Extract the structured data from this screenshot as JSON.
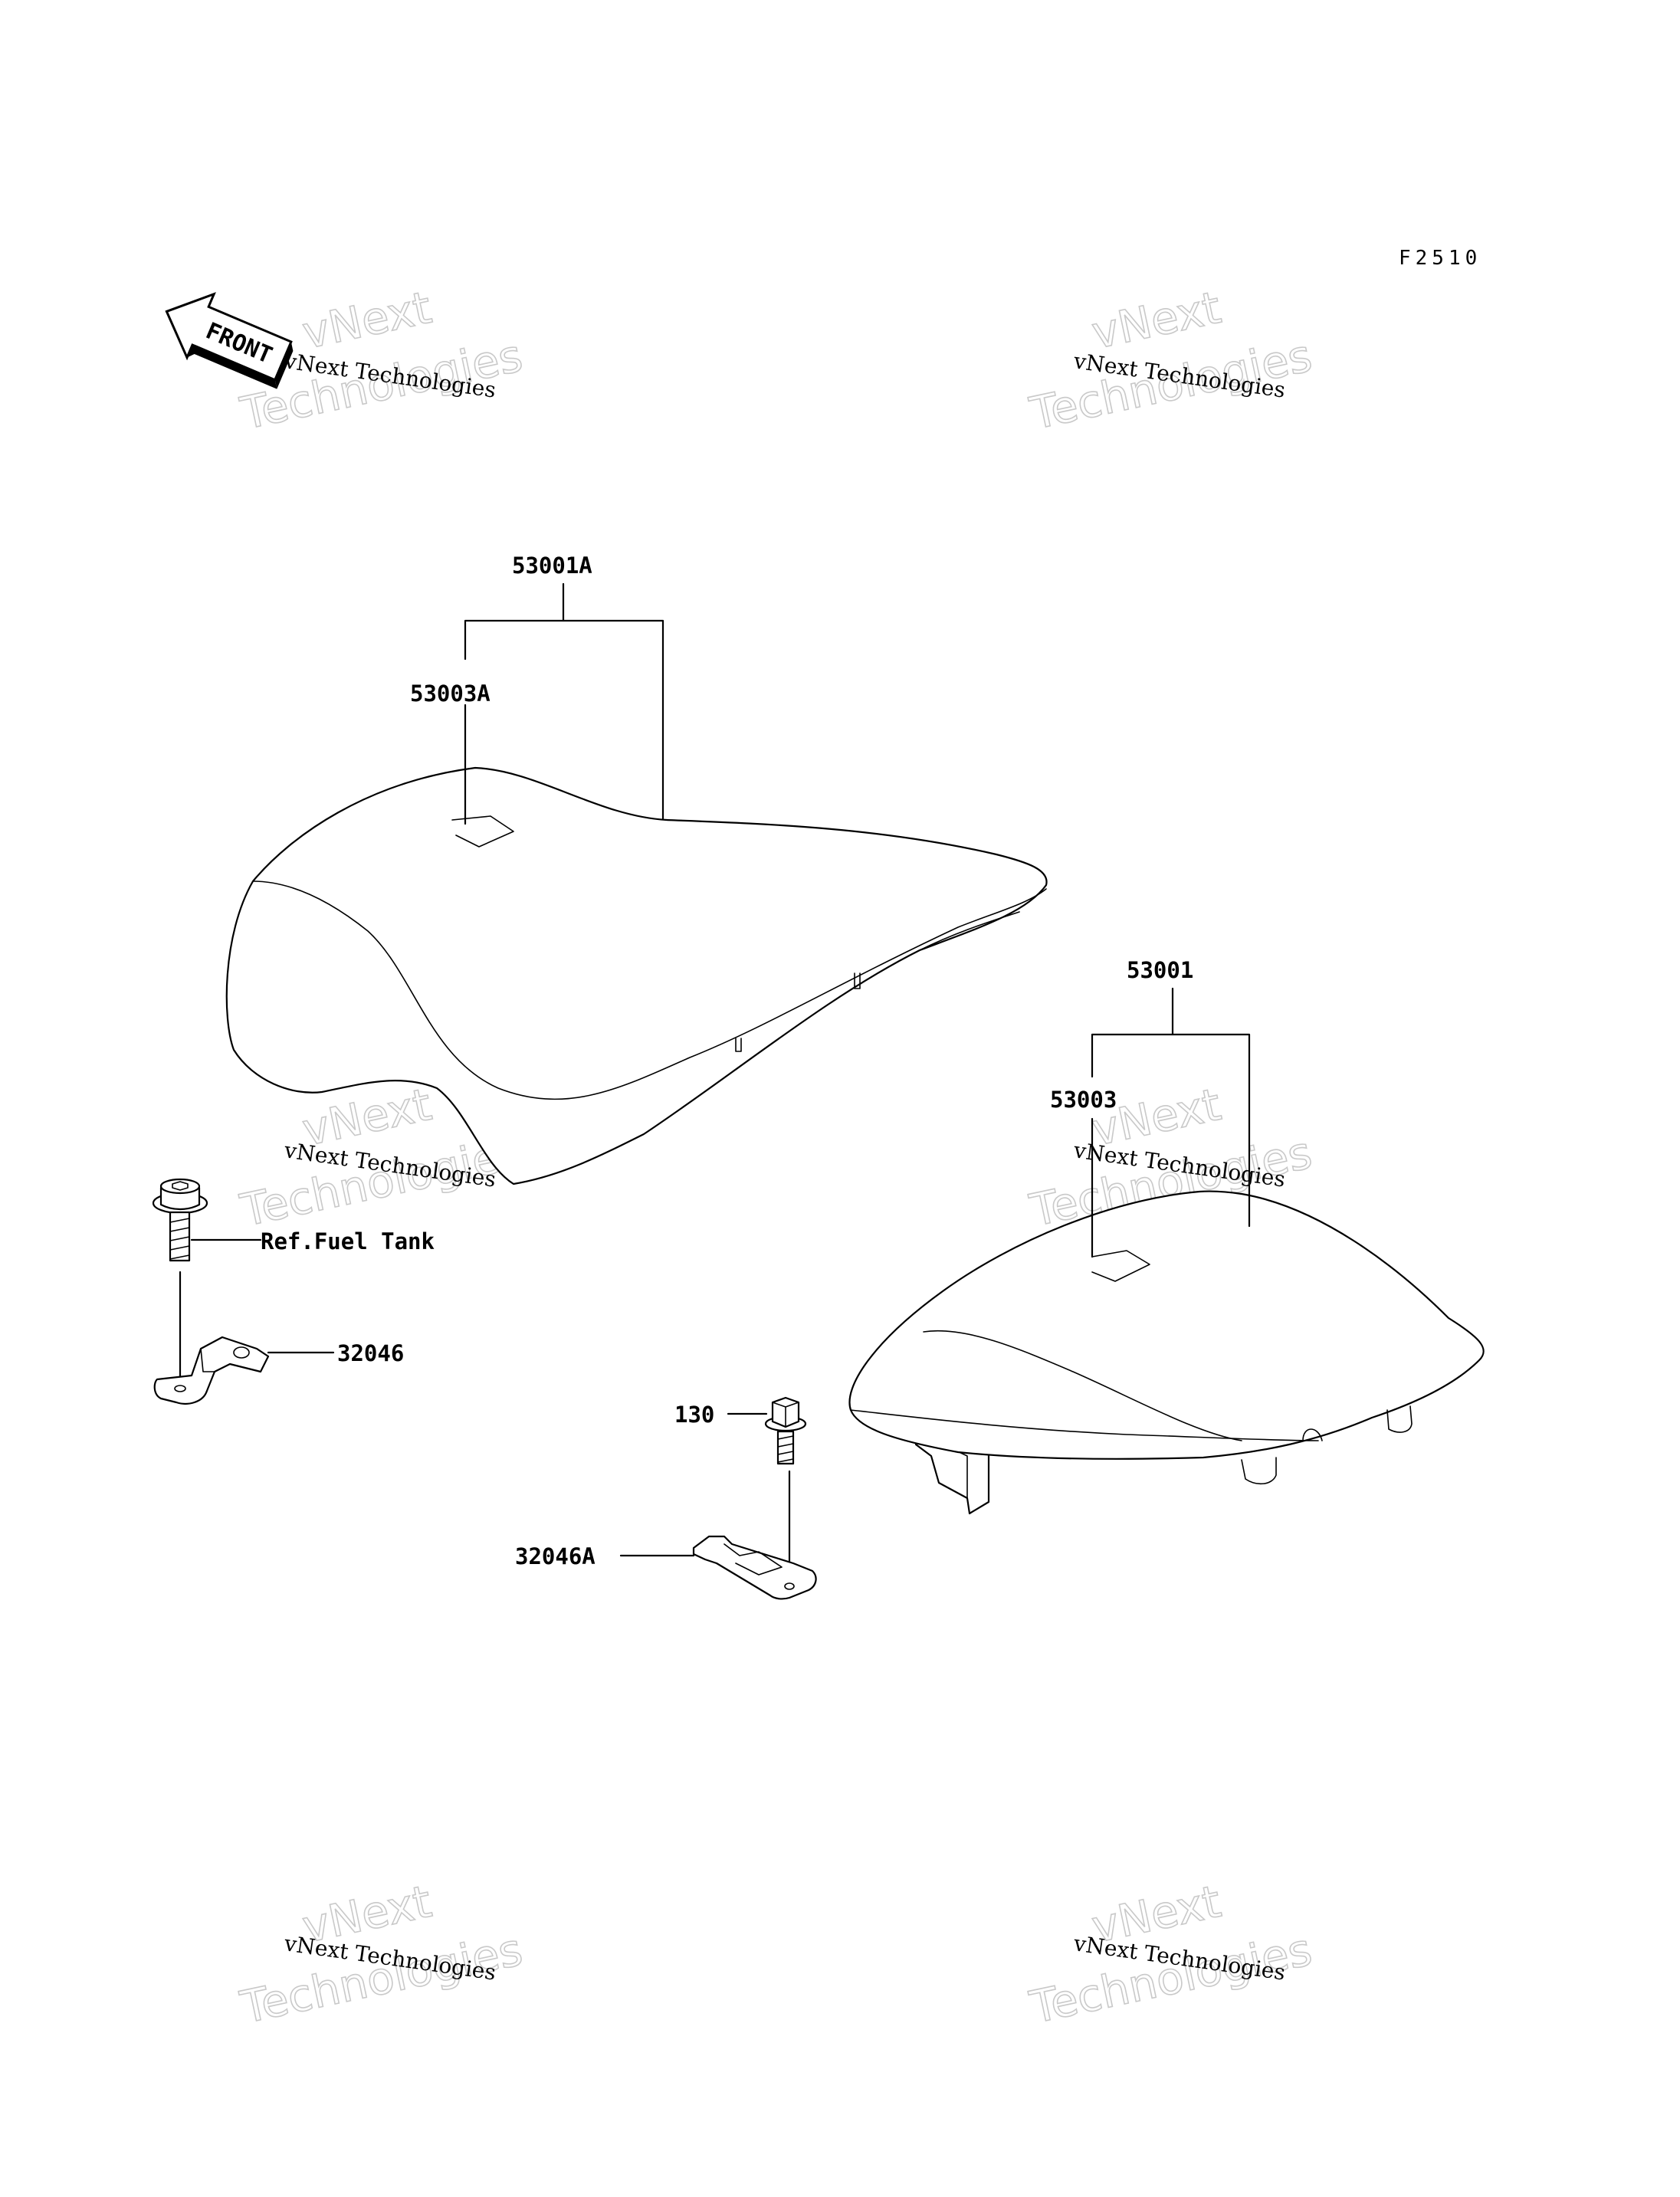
{
  "diagram_code": "F2510",
  "front_label": "FRONT",
  "watermark": {
    "small_text": "vNext Technologies",
    "big_line1": "vNext",
    "big_line2": "Technologies"
  },
  "callouts": {
    "p53001A": "53001A",
    "p53003A": "53003A",
    "p53001": "53001",
    "p53003": "53003",
    "ref_fuel_tank": "Ref.Fuel Tank",
    "p32046": "32046",
    "p130": "130",
    "p32046A": "32046A"
  },
  "colors": {
    "line": "#000000",
    "watermark_outline": "#c9c9c9",
    "background": "#ffffff"
  }
}
